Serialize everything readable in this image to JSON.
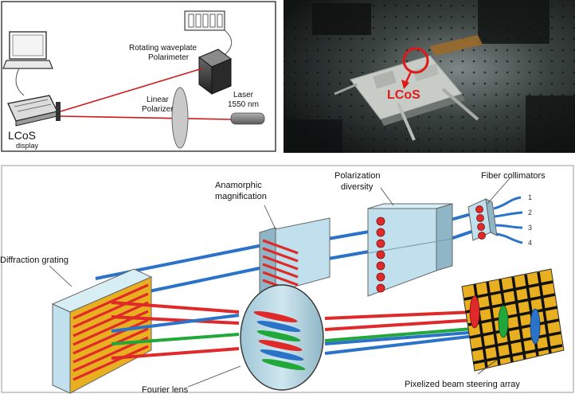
{
  "top_left_panel": {
    "labels": {
      "rotating_waveplate_line1": "Rotating waveplate",
      "rotating_waveplate_line2": "Polarimeter",
      "linear_polarizer_line1": "Linear",
      "linear_polarizer_line2": "Polarizer",
      "laser_line1": "Laser",
      "laser_line2": "1550 nm",
      "lcos_line1": "LCoS",
      "lcos_line2": "display"
    }
  },
  "top_right_photo": {
    "labels": {
      "lcos_marker": "LCoS"
    },
    "colors": {
      "marker": "#e01818"
    }
  },
  "bottom_panel": {
    "labels": {
      "anamorphic_line1": "Anamorphic",
      "anamorphic_line2": "magnification",
      "polarization_line1": "Polarization",
      "polarization_line2": "diversity",
      "fiber_collimators": "Fiber collimators",
      "diffraction_grating": "Diffraction grating",
      "fourier_lens": "Fourier lens",
      "pixelized_array": "Pixelized beam steering array"
    },
    "fiber_numbers": [
      "1",
      "2",
      "3",
      "4"
    ],
    "colors": {
      "beam_blue": "#2a73c8",
      "beam_red": "#e02a2a",
      "beam_green": "#22a83a",
      "optic_fill": "#bfe0ec",
      "grating_gold": "#e8b020"
    }
  }
}
